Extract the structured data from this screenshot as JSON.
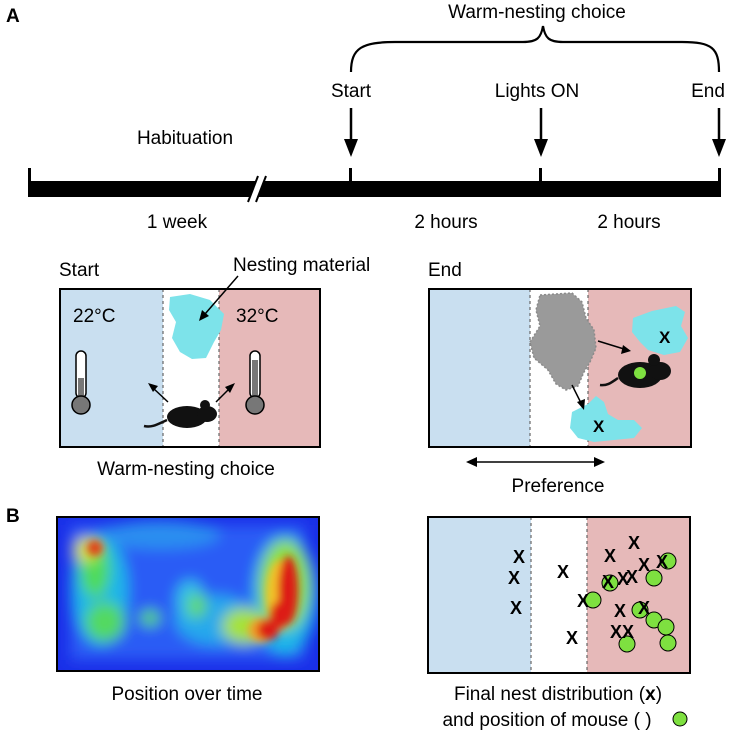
{
  "panel_a": {
    "label": "A",
    "bracket_title": "Warm-nesting choice",
    "timeline": {
      "habituation_label": "Habituation",
      "markers": [
        "Start",
        "Lights ON",
        "End"
      ],
      "durations": [
        "1 week",
        "2 hours",
        "2 hours"
      ]
    },
    "setup_start": {
      "corner_label": "Start",
      "nesting_label": "Nesting material",
      "cold_temp": "22°C",
      "warm_temp": "32°C",
      "caption": "Warm-nesting choice"
    },
    "setup_end": {
      "corner_label": "End",
      "nest_mark": "X",
      "caption": "Preference"
    }
  },
  "panel_b": {
    "label": "B",
    "heatmap_caption": "Position over time",
    "nest_mark": "X",
    "caption_line1_pre": "Final nest distribution (",
    "caption_line1_mark": "x",
    "caption_line1_post": ")",
    "caption_line2_pre": "and position of mouse (",
    "caption_line2_post": ")"
  },
  "colors": {
    "cold_zone": "#c9dff0",
    "warm_zone": "#e6b9b9",
    "nesting_material": "#7de3ea",
    "used_material": "#9a9a9a",
    "mouse": "#111111",
    "mouse_marker": "#7ee040",
    "heatmap_low": "#1a2fe8",
    "heatmap_high": "#dd1e14"
  }
}
